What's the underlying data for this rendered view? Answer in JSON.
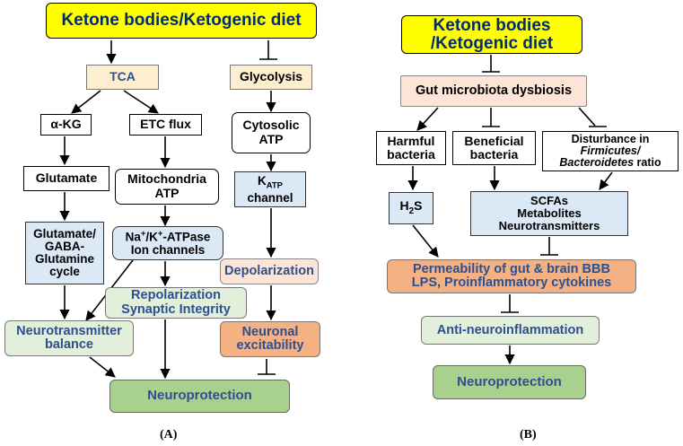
{
  "panel_a": {
    "caption": "(A)",
    "ketone": "Ketone bodies/Ketogenic diet",
    "tca": "TCA",
    "glycolysis": "Glycolysis",
    "akg": "α-KG",
    "etc": "ETC flux",
    "cyto_line1": "Cytosolic",
    "cyto_line2": "ATP",
    "glutamate": "Glutamate",
    "mito_line1": "Mitochondria",
    "mito_line2": "ATP",
    "katp_k": "K",
    "katp_sub": "ATP",
    "katp_line2": "channel",
    "ggc_line1": "Glutamate/",
    "ggc_line2": "GABA-",
    "ggc_line3": "Glutamine",
    "ggc_line4": "cycle",
    "na_na": "Na",
    "na_plus": "+",
    "na_k": "/K",
    "na_kplus": "+",
    "na_rest": "-ATPase",
    "na_line2": "Ion channels",
    "depol": "Depolarization",
    "repol_line1": "Repolarization",
    "repol_line2": "Synaptic Integrity",
    "neurotrans_line1": "Neurotransmitter",
    "neurotrans_line2": "balance",
    "excit_line1": "Neuronal",
    "excit_line2": "excitability",
    "neuroprotection": "Neuroprotection"
  },
  "panel_b": {
    "caption": "(B)",
    "ketone_line1": "Ketone bodies",
    "ketone_line2": "/Ketogenic diet",
    "gut": "Gut microbiota dysbiosis",
    "harmful_line1": "Harmful",
    "harmful_line2": "bacteria",
    "beneficial_line1": "Beneficial",
    "beneficial_line2": "bacteria",
    "dist_line1": "Disturbance in",
    "dist_line2": "Firmicutes/",
    "dist_line3a": "Bacteroidetes",
    "dist_line3b": " ratio",
    "h2s_h": "H",
    "h2s_sub": "2",
    "h2s_s": "S",
    "scfa_line1": "SCFAs",
    "scfa_line2": "Metabolites",
    "scfa_line3": "Neurotransmitters",
    "perm_line1": "Permeability of gut & brain BBB",
    "perm_line2": "LPS, Proinflammatory cytokines",
    "anti": "Anti-neuroinflammation",
    "neuroprotection": "Neuroprotection"
  },
  "colors": {
    "yellow": "#ffff00",
    "tan": "#fdeed0",
    "light_blue": "#dbe8f5",
    "peach": "#fce4d6",
    "salmon": "#f4b183",
    "mint": "#e2efda",
    "green": "#a9d18e",
    "dark_blue_text": "#2e4f8f"
  }
}
